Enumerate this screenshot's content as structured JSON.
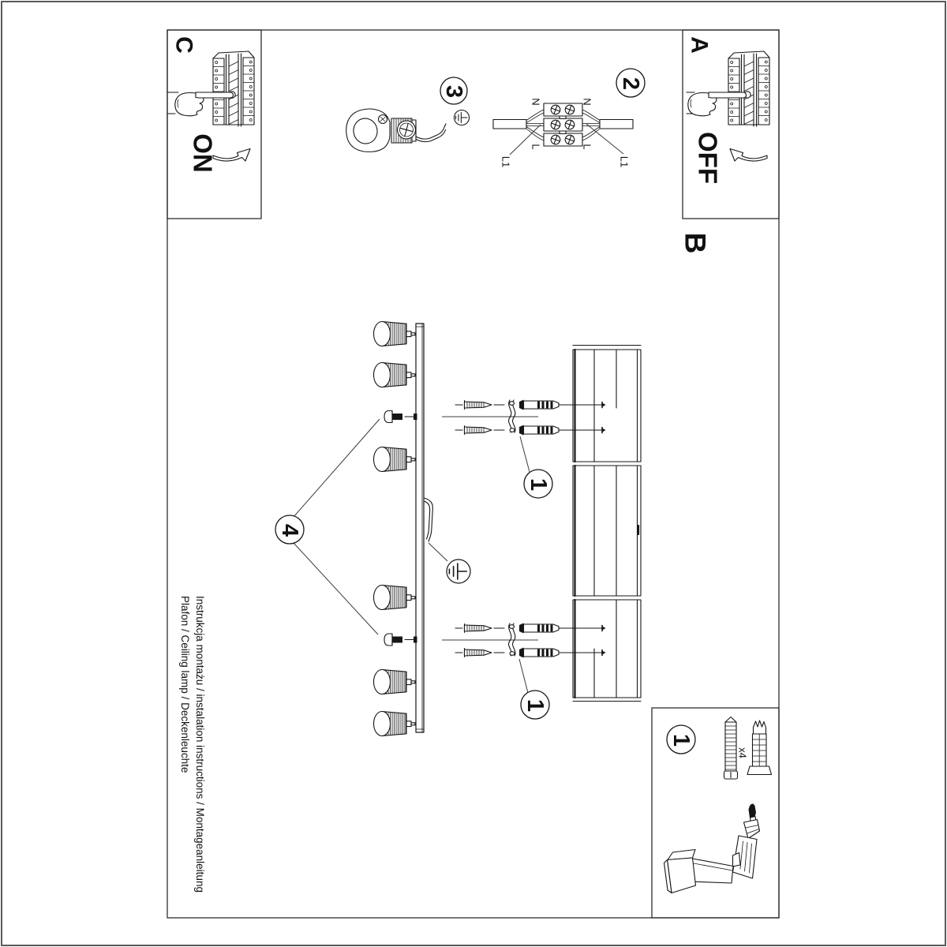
{
  "sheet": {
    "panel_c": {
      "letter": "C",
      "switch_label": "ON"
    },
    "panel_a": {
      "letter": "A",
      "switch_label": "OFF"
    },
    "section_b": {
      "letter": "B"
    },
    "steps": {
      "one": "1",
      "two": "2",
      "three": "3",
      "four": "4"
    },
    "wiring": {
      "neutral": "N",
      "line": "L",
      "line1": "L1"
    },
    "hardware": {
      "quantity": "x4",
      "step_number": "1"
    },
    "footer": {
      "line1": "Instrukcja montażu / instalation instructions / Montageanleitung",
      "line2": "Plafon / Ceiling lamp / Deckenleuchte"
    },
    "colors": {
      "ink": "#161616",
      "paper": "#ffffff",
      "page_border": "#5a5a5a"
    }
  }
}
